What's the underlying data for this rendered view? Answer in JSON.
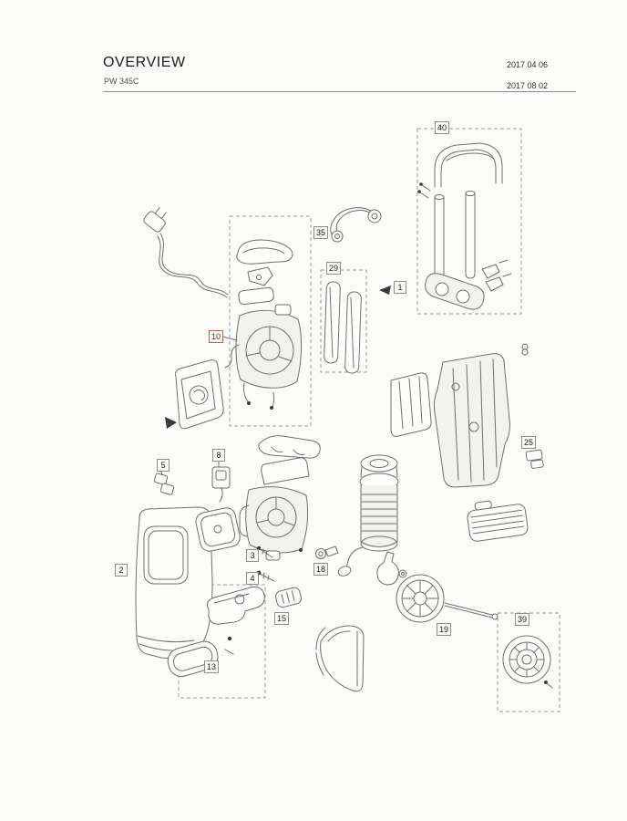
{
  "header": {
    "title": "OVERVIEW",
    "model": "PW 345C",
    "date_top": "2017 04 06",
    "date_bottom": "2017 08 02"
  },
  "colors": {
    "line": "#6f6f6f",
    "dashed_box": "#9b9b9b",
    "callout_border": "#8f8f8f",
    "callout_accent": "#bf6836",
    "page_background": "#fcfcfa"
  },
  "callouts": [
    {
      "num": "40"
    },
    {
      "num": "35"
    },
    {
      "num": "29"
    },
    {
      "num": "1"
    },
    {
      "num": "10"
    },
    {
      "num": "25"
    },
    {
      "num": "8"
    },
    {
      "num": "5"
    },
    {
      "num": "2"
    },
    {
      "num": "3"
    },
    {
      "num": "4"
    },
    {
      "num": "18"
    },
    {
      "num": "15"
    },
    {
      "num": "13"
    },
    {
      "num": "19"
    },
    {
      "num": "39"
    }
  ]
}
